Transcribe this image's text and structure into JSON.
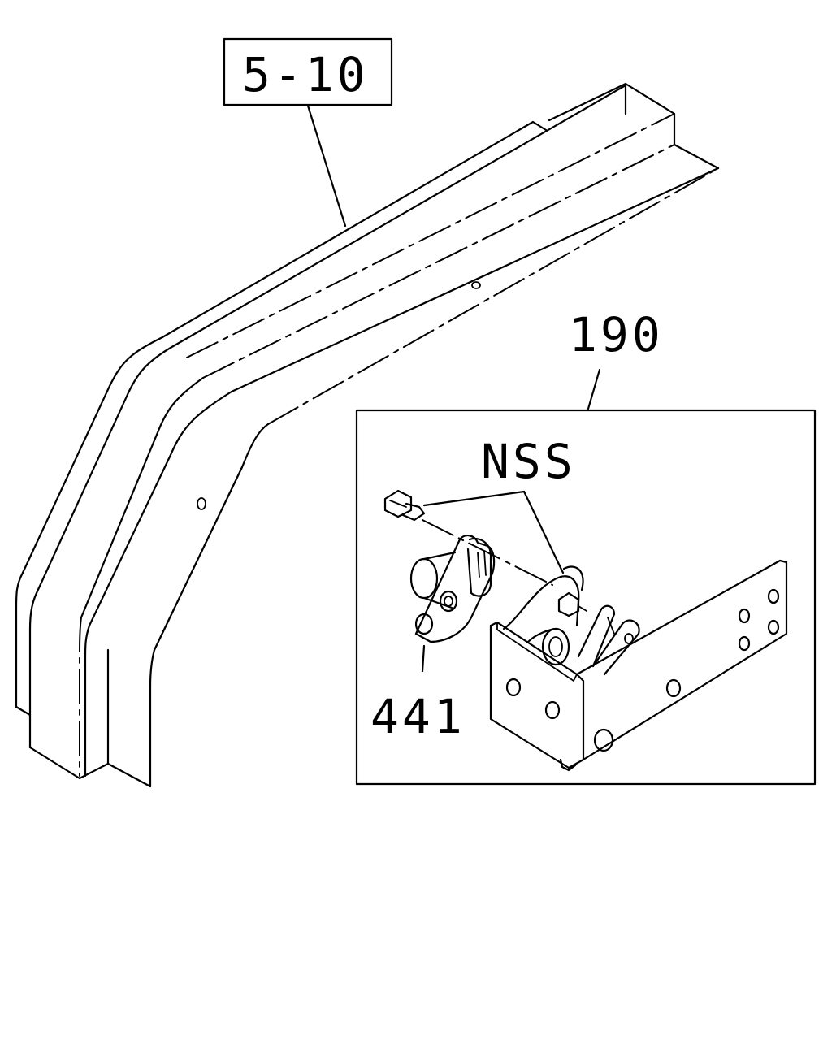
{
  "callouts": {
    "ref_box": "5-10",
    "assembly": "190",
    "fasteners": "NSS",
    "part": "441"
  },
  "colors": {
    "line": "#000000",
    "background": "#ffffff"
  }
}
